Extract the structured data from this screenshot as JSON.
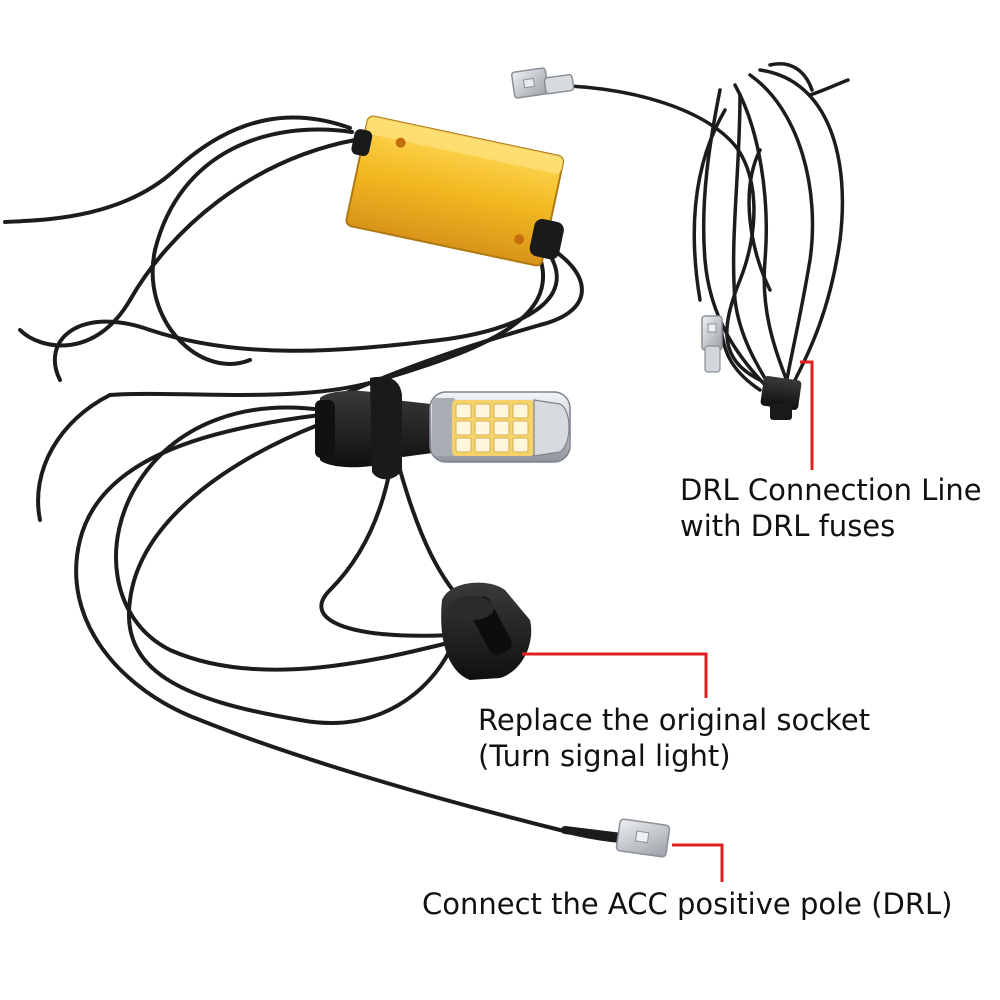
{
  "labels": {
    "drl_line_1": "DRL Connection Line",
    "drl_line_2": "with DRL fuses",
    "socket_line_1": "Replace the original socket",
    "socket_line_2": "(Turn signal light)",
    "acc_line": "Connect the ACC positive pole (DRL)"
  },
  "colors": {
    "callout": "#e02020",
    "wire": "#1c1c1c",
    "resistor_gold": "#f2b820",
    "led_white": "#fff3d6",
    "metal": "#cfd3d8",
    "text": "#111111"
  }
}
